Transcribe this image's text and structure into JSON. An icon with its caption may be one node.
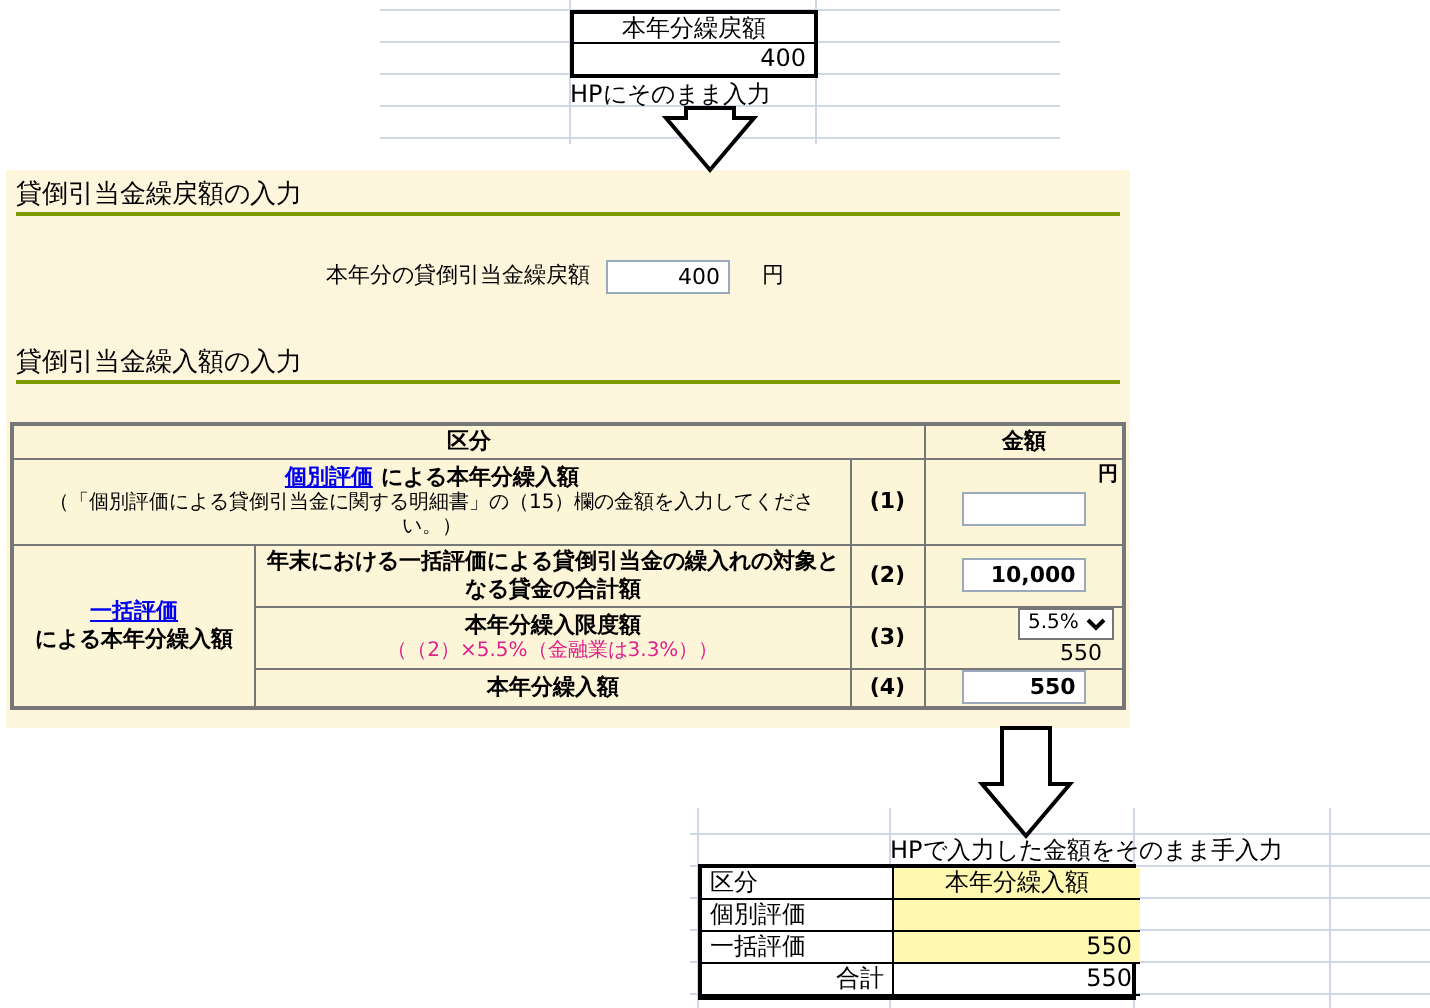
{
  "diagram": {
    "nodes": [
      {
        "text": [
          "本年分繰戻額",
          "400"
        ],
        "beside": [
          "HPにそのまま入力"
        ]
      },
      {
        "text": [
          "貸倒引当金繰戻額の入力",
          "本年分の貸倒引当金繰戻額",
          "400",
          "円",
          "貸倒引当金繰入額の入力"
        ]
      },
      {
        "text": [
          "区分",
          "本年分繰入額",
          "個別評価",
          "一括評価",
          "550",
          "合計",
          "550"
        ],
        "beside": [
          "HPで入力した金額をそのまま手入力"
        ]
      }
    ],
    "edges": [
      {
        "from": 0,
        "to": 1,
        "arrow": "to"
      },
      {
        "from": 1,
        "to": 2,
        "arrow": "to"
      }
    ],
    "labels": [
      "区分",
      "金額",
      "個別評価",
      "による本年分繰入額",
      "（「個別評価による貸倒引当金に関する明細書」の（15）欄の金額を入力してください。）",
      "(1)",
      "円",
      "一括評価",
      "による本年分繰入額",
      "年末における一括評価による貸倒引当金の繰入れの対象となる貸金の合計額",
      "(2)",
      "10,000",
      "本年分繰入限度額",
      "（（2）×5.5%（金融業は3.3%））",
      "(3)",
      "5.5%",
      "550",
      "本年分繰入額",
      "(4)",
      "550"
    ]
  }
}
